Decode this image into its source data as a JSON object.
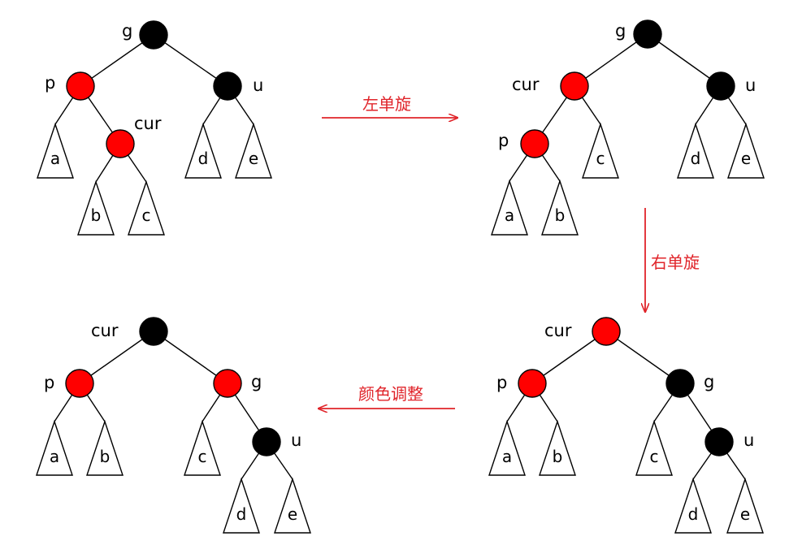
{
  "colors": {
    "red_node": "#ff0000",
    "black_node": "#000000",
    "edge": "#000000",
    "arrow": "#e0242a",
    "operation_text": "#e0242a"
  },
  "operations": [
    {
      "label": "左单旋"
    },
    {
      "label": "右单旋"
    },
    {
      "label": "颜色调整"
    }
  ],
  "trees": [
    {
      "nodes": [
        {
          "label": "g",
          "color": "black"
        },
        {
          "label": "p",
          "color": "red"
        },
        {
          "label": "u",
          "color": "black"
        },
        {
          "label": "cur",
          "color": "red"
        }
      ],
      "subtrees": [
        "a",
        "b",
        "c",
        "d",
        "e"
      ]
    },
    {
      "nodes": [
        {
          "label": "g",
          "color": "black"
        },
        {
          "label": "cur",
          "color": "red"
        },
        {
          "label": "u",
          "color": "black"
        },
        {
          "label": "p",
          "color": "red"
        }
      ],
      "subtrees": [
        "a",
        "b",
        "c",
        "d",
        "e"
      ]
    },
    {
      "nodes": [
        {
          "label": "cur",
          "color": "red"
        },
        {
          "label": "p",
          "color": "red"
        },
        {
          "label": "g",
          "color": "black"
        },
        {
          "label": "u",
          "color": "black"
        }
      ],
      "subtrees": [
        "a",
        "b",
        "c",
        "d",
        "e"
      ]
    },
    {
      "nodes": [
        {
          "label": "cur",
          "color": "black"
        },
        {
          "label": "p",
          "color": "red"
        },
        {
          "label": "g",
          "color": "red"
        },
        {
          "label": "u",
          "color": "black"
        }
      ],
      "subtrees": [
        "a",
        "b",
        "c",
        "d",
        "e"
      ]
    }
  ]
}
